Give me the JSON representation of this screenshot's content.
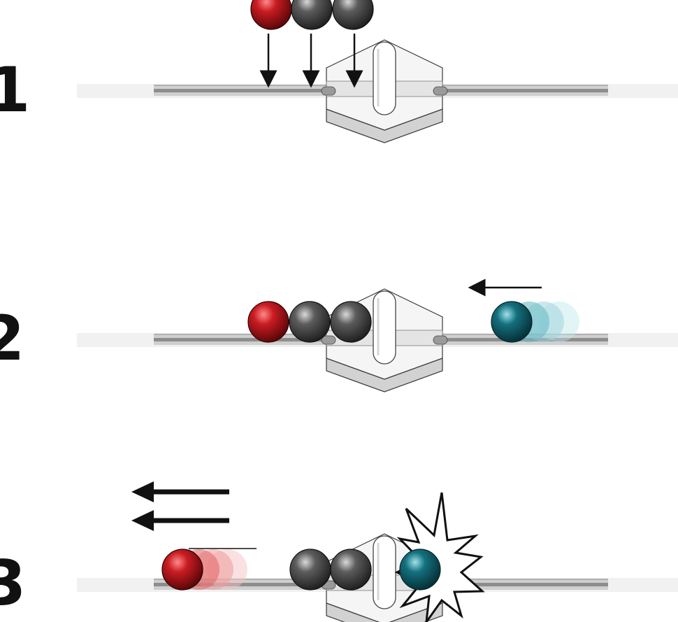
{
  "steps": [
    {
      "label": "1"
    },
    {
      "label": "2"
    },
    {
      "label": "3"
    }
  ],
  "colors": {
    "red_ball": "#b3141b",
    "gray_ball": "#4a4a4a",
    "teal_ball": "#13606c",
    "rail": "#9a9a9a",
    "block": "#ececec",
    "outline": "#222222"
  },
  "icons": [
    "red-ball-icon",
    "gray-ball-icon",
    "teal-ball-icon",
    "explosion-icon",
    "arrow-icon"
  ]
}
